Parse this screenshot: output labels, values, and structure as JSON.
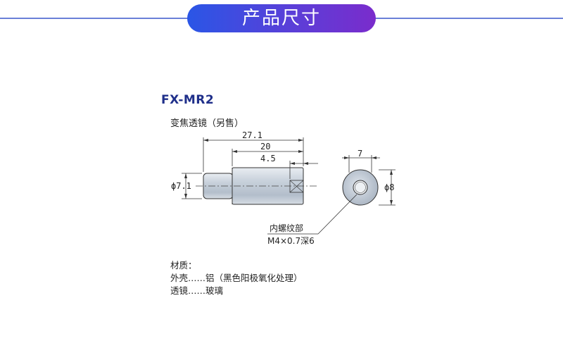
{
  "header": {
    "title": "产品尺寸"
  },
  "model": "FX-MR2",
  "subtitle": "变焦透镜（另售）",
  "dimensions": {
    "overall_length": "27.1",
    "body_length": "20",
    "inner_offset": "4.5",
    "side_diameter": "ϕ7.1",
    "end_width": "7",
    "end_diameter": "ϕ8"
  },
  "thread_note": {
    "label": "内螺纹部",
    "spec": "M4×0.7深6"
  },
  "material": {
    "heading": "材质：",
    "lines": [
      "外壳……铝（黑色阳极氧化处理）",
      "透镜……玻璃"
    ]
  }
}
